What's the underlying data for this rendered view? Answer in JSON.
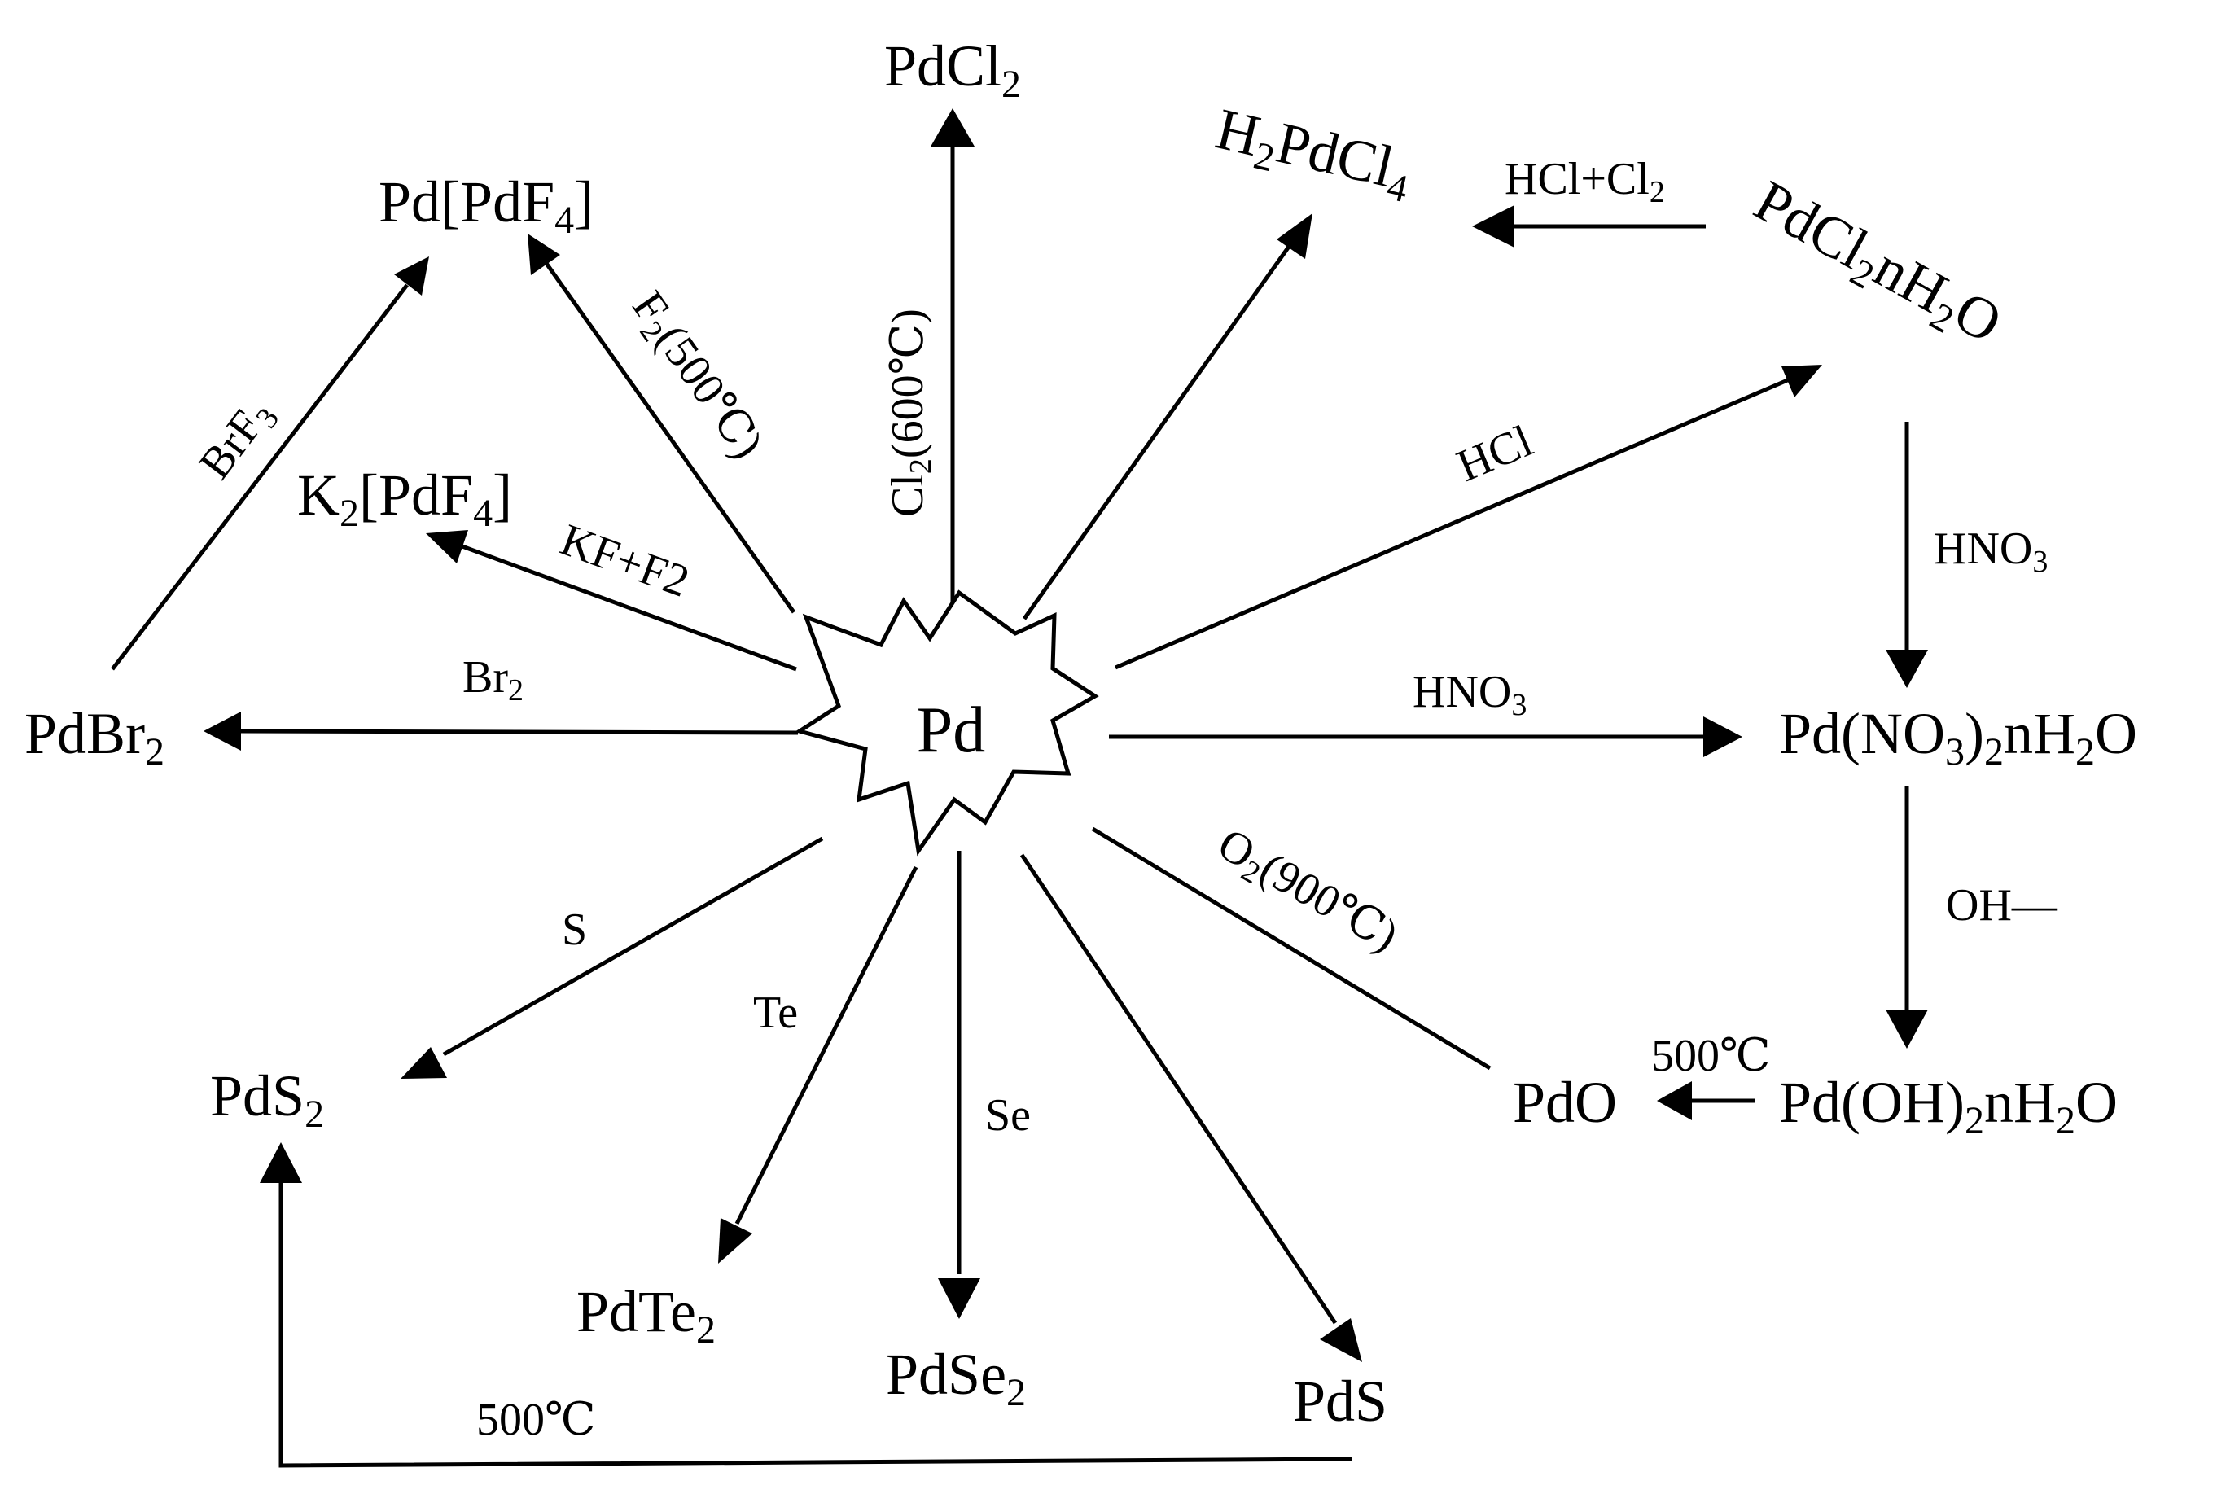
{
  "center": {
    "label": "Pd"
  },
  "compounds": {
    "pdcl2": "PdCl2",
    "h2pdcl4": "H2PdCl4",
    "pdpdf4": "Pd[PdF4]",
    "k2pdf4": "K2[PdF4]",
    "pdbr2": "PdBr2",
    "pdcl2_hydrate": "PdCl2nH2O",
    "pdno32_hydrate": "Pd(NO3)2nH2O",
    "pdoh2_hydrate": "Pd(OH)2nH2O",
    "pdo": "PdO",
    "pds2": "PdS2",
    "pdte2": "PdTe2",
    "pdse2": "PdSe2",
    "pds": "PdS"
  },
  "reagents": {
    "cl2_600": "Cl2(600℃)",
    "f2_500": "F2(500℃)",
    "brf3": "BrF3",
    "kf_f2": "KF+F2",
    "br2": "Br2",
    "hcl": "HCl",
    "hcl_cl2": "HCl+Cl2",
    "hno3_center": "HNO3",
    "hno3_right": "HNO3",
    "oh": "OH—",
    "t500_pdo": "500℃",
    "o2_900": "O2(900℃)",
    "s": "S",
    "te": "Te",
    "se": "Se",
    "t500_pds": "500℃"
  }
}
